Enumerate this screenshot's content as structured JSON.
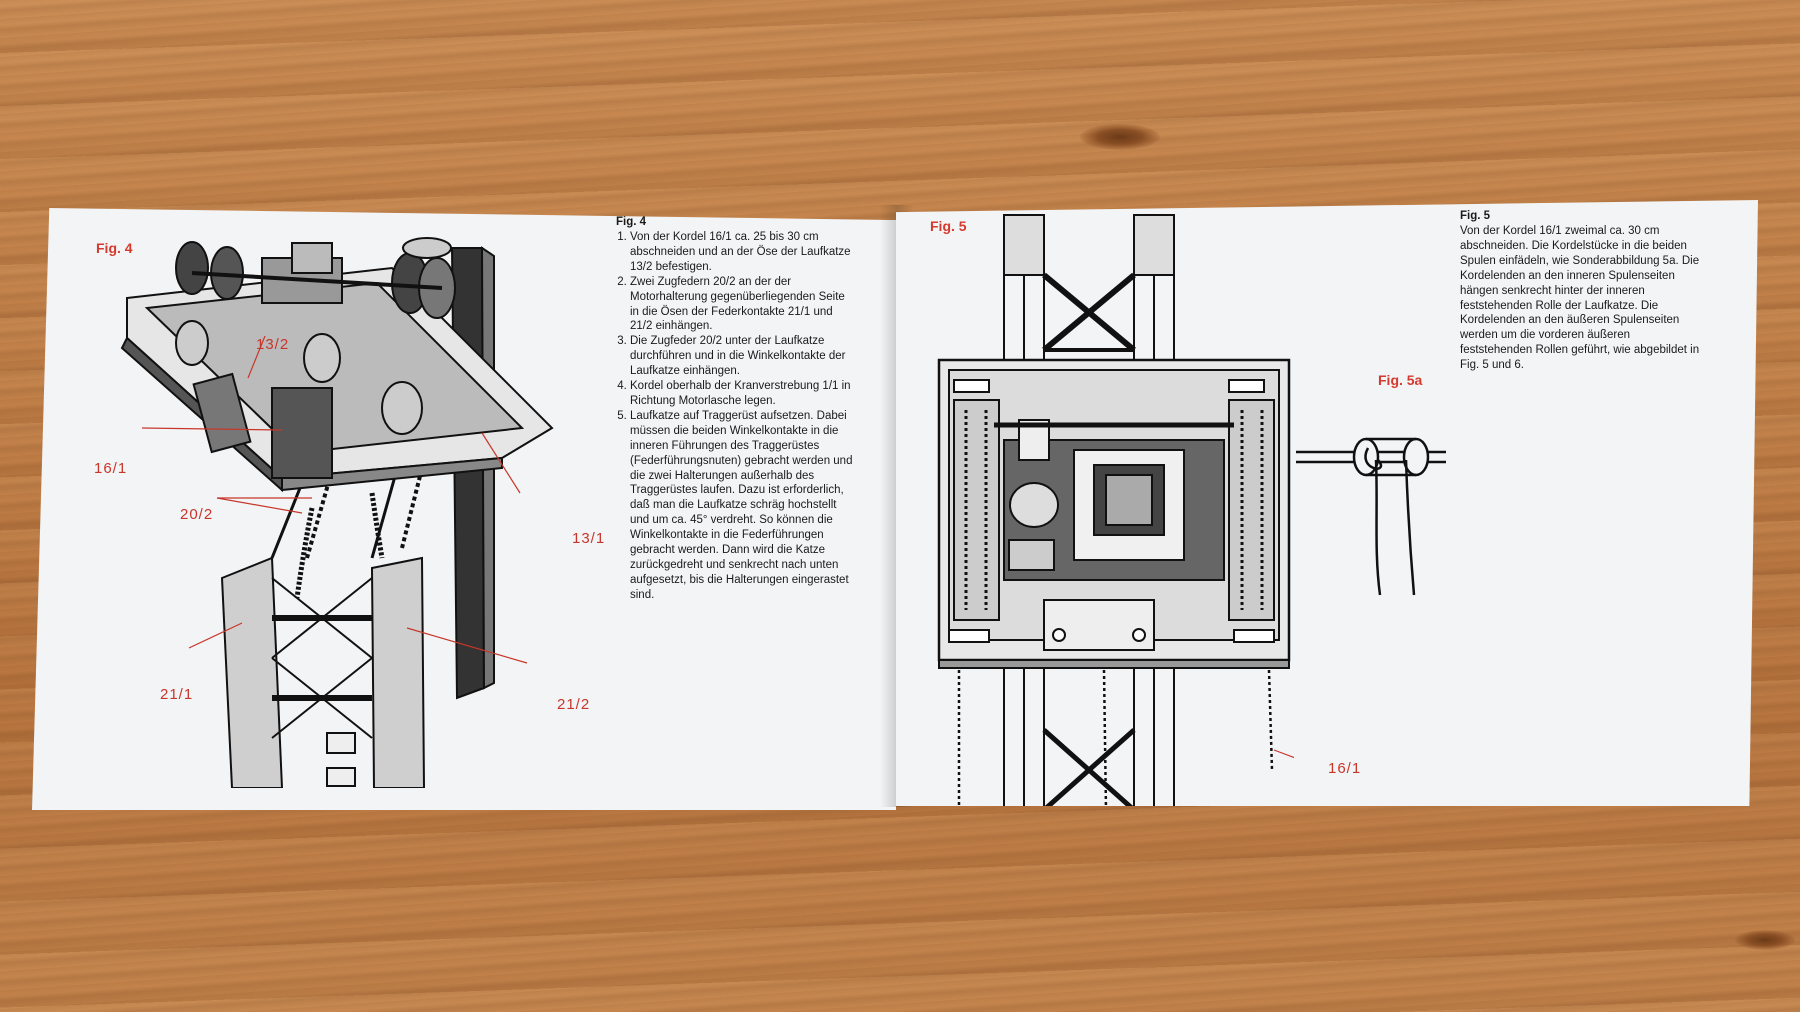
{
  "left_page": {
    "fig_label": "Fig. 4",
    "callouts": [
      "13/2",
      "16/1",
      "20/2",
      "13/1",
      "21/1",
      "21/2"
    ],
    "caption": {
      "title": "Fig. 4",
      "steps": [
        "Von der Kordel 16/1 ca. 25 bis 30 cm abschneiden und an der Öse der Laufkatze 13/2 befestigen.",
        "Zwei Zugfedern 20/2 an der der Motorhalterung gegenüberliegenden Seite in die Ösen der Federkontakte 21/1 und 21/2 einhängen.",
        "Die Zugfeder 20/2 unter der Laufkatze durchführen und in die Winkelkontakte der Laufkatze einhängen.",
        "Kordel oberhalb der Kranverstrebung 1/1 in Richtung Motorlasche legen.",
        "Laufkatze auf Traggerüst aufsetzen. Dabei müssen die beiden Winkelkontakte in die inneren Führungen des Traggerüstes (Federführungsnuten) gebracht werden und die zwei Halterungen außerhalb des Traggerüstes laufen. Dazu ist erforderlich, daß man die Laufkatze schräg hochstellt und um ca. 45° verdreht. So können die Winkelkontakte in die Federführungen gebracht werden. Dann wird die Katze zurückgedreht und senkrecht nach unten aufgesetzt, bis die Halterungen eingerastet sind."
      ]
    }
  },
  "right_page": {
    "fig_label": "Fig. 5",
    "fig5a_label": "Fig. 5a",
    "callouts": [
      "16/1"
    ],
    "caption": {
      "title": "Fig. 5",
      "text": "Von der Kordel 16/1 zweimal ca. 30 cm abschneiden. Die Kordelstücke in die beiden Spulen einfädeln, wie Sonderabbildung 5a. Die Kordelenden an den inneren Spulenseiten hängen senkrecht hinter der inneren feststehenden Rolle der Laufkatze. Die Kordelenden an den äußeren Spulenseiten werden um die vorderen äußeren feststehenden Rollen geführt, wie abgebildet in Fig. 5 und 6."
    }
  },
  "colors": {
    "accent_red": "#d63a2e",
    "paper": "#f3f4f6",
    "wood": "#c17f47",
    "ink": "#1a1a1a"
  }
}
